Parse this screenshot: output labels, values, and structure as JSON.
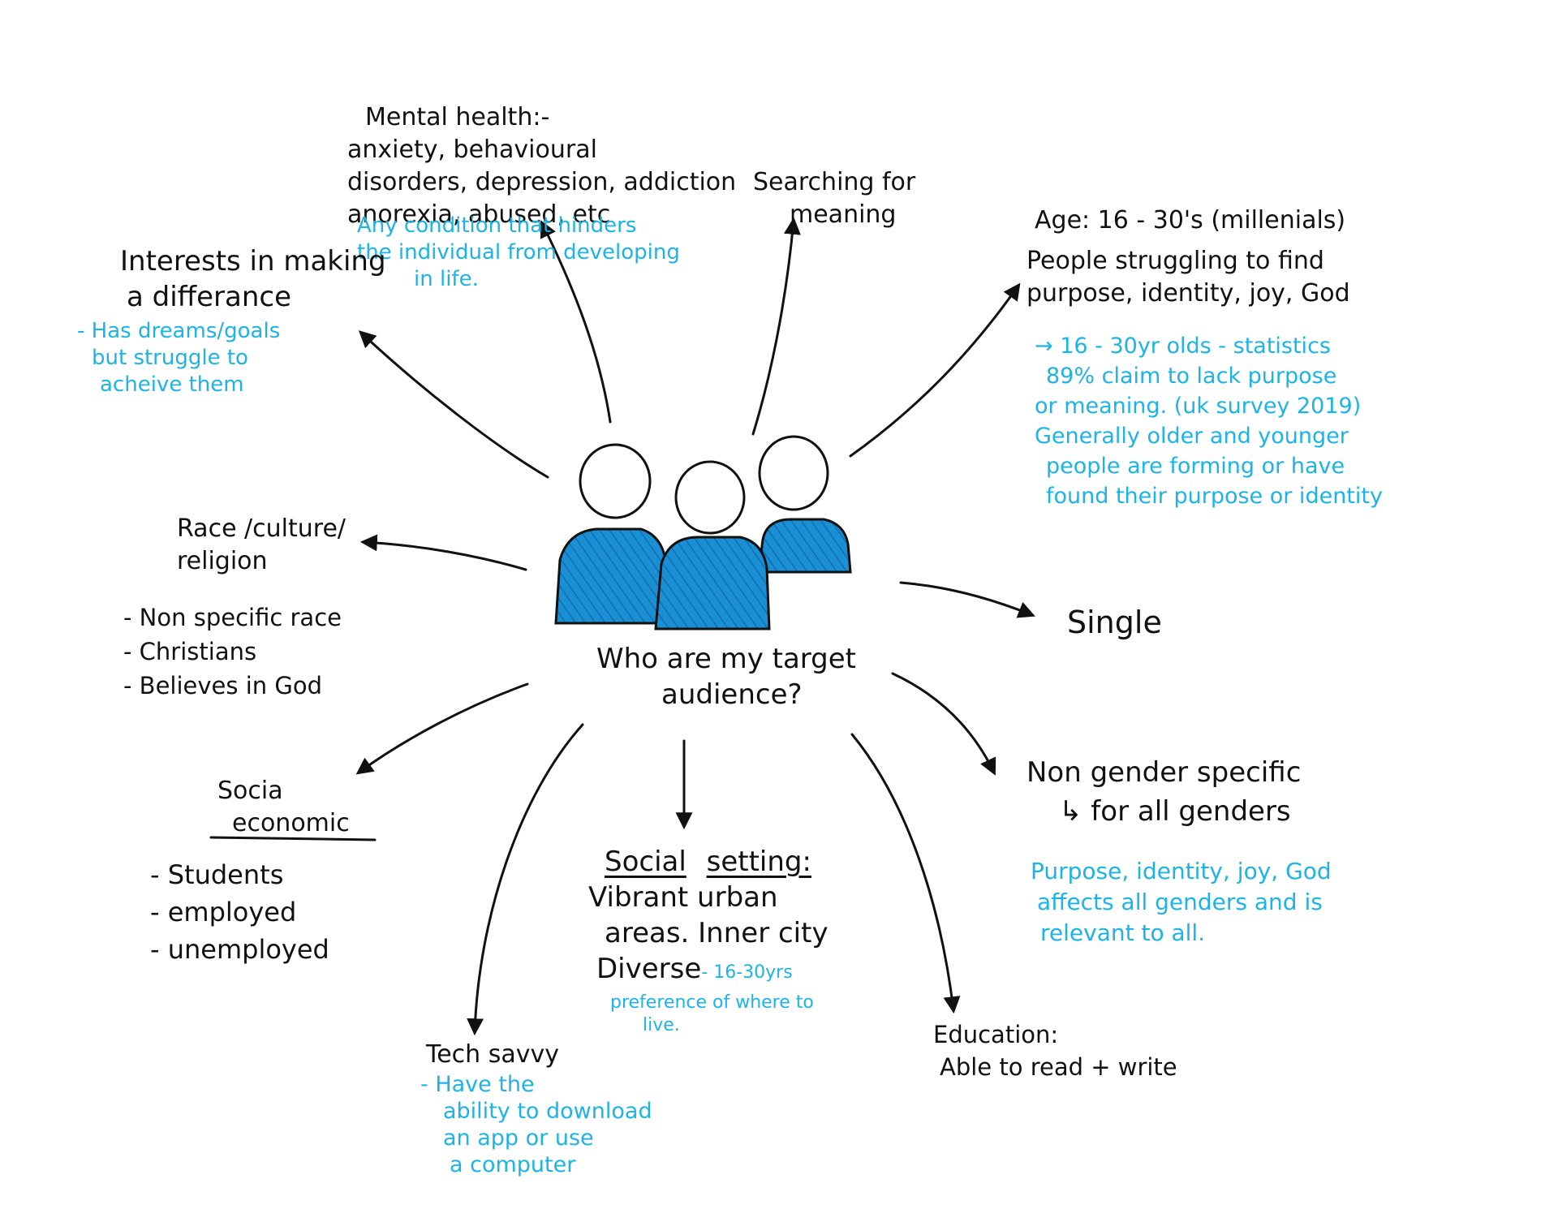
{
  "center": {
    "line1": "Who are my target",
    "line2": "audience?"
  },
  "colors": {
    "ink": "#111111",
    "marker_blue": "#1c8fd4",
    "highlighter": "#1cb4e6"
  },
  "mental_health": {
    "title": "Mental health:-",
    "lines": [
      "anxiety, behavioural",
      "disorders, depression, addiction",
      "anorexia, abused, etc"
    ],
    "note": [
      "Any condition that hinders",
      "the individual from developing",
      "in life."
    ]
  },
  "searching": {
    "lines": [
      "Searching for",
      "meaning"
    ]
  },
  "interests": {
    "lines": [
      "Interests in making",
      "a differance"
    ],
    "note": [
      "- Has dreams/goals",
      "but struggle to",
      "acheive them"
    ]
  },
  "age": {
    "title": "Age: 16 - 30's (millenials)",
    "lines": [
      "People struggling to find",
      "purpose, identity, joy, God"
    ],
    "note": [
      "→ 16 - 30yr olds - statistics",
      "89% claim to lack purpose",
      "or meaning. (uk survey 2019)",
      "Generally older and younger",
      "people are forming or have",
      "found their purpose or identity"
    ]
  },
  "race": {
    "lines": [
      "Race /culture/",
      "religion"
    ],
    "items": [
      "- Non specific race",
      "- Christians",
      "- Believes in God"
    ]
  },
  "single": {
    "label": "Single"
  },
  "gender": {
    "lines": [
      "Non gender specific",
      "↳ for all genders"
    ],
    "note": [
      "Purpose, identity, joy, God",
      "affects all genders and is",
      "relevant to all."
    ]
  },
  "socio": {
    "lines": [
      "Socia",
      "economic"
    ],
    "items": [
      "- Students",
      "- employed",
      "- unemployed"
    ]
  },
  "social": {
    "heading1": "Social",
    "heading2": "setting:",
    "lines": [
      "Vibrant urban",
      "areas. Inner city"
    ],
    "diverse": "Diverse",
    "diverse_note": "- 16-30yrs",
    "note": [
      "preference of where to",
      "live."
    ]
  },
  "tech": {
    "title": "Tech savvy",
    "note": [
      "- Have the",
      "ability to download",
      "an app or use",
      "a computer"
    ]
  },
  "education": {
    "title": "Education:",
    "line": "Able to read + write"
  }
}
